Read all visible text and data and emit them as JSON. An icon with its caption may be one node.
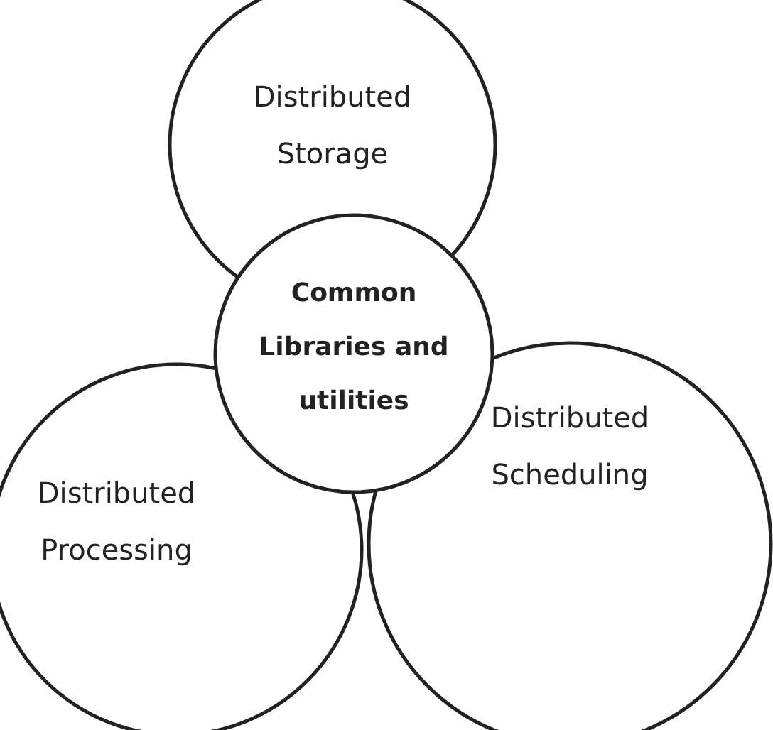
{
  "diagram": {
    "nodes": [
      {
        "text": [
          "Distributed Storage"
        ]
      },
      {
        "text": [
          "Common Libraries and utilities"
        ]
      },
      {
        "text": [
          "Distributed Processing"
        ]
      },
      {
        "text": [
          "Distributed Scheduling"
        ]
      }
    ]
  }
}
